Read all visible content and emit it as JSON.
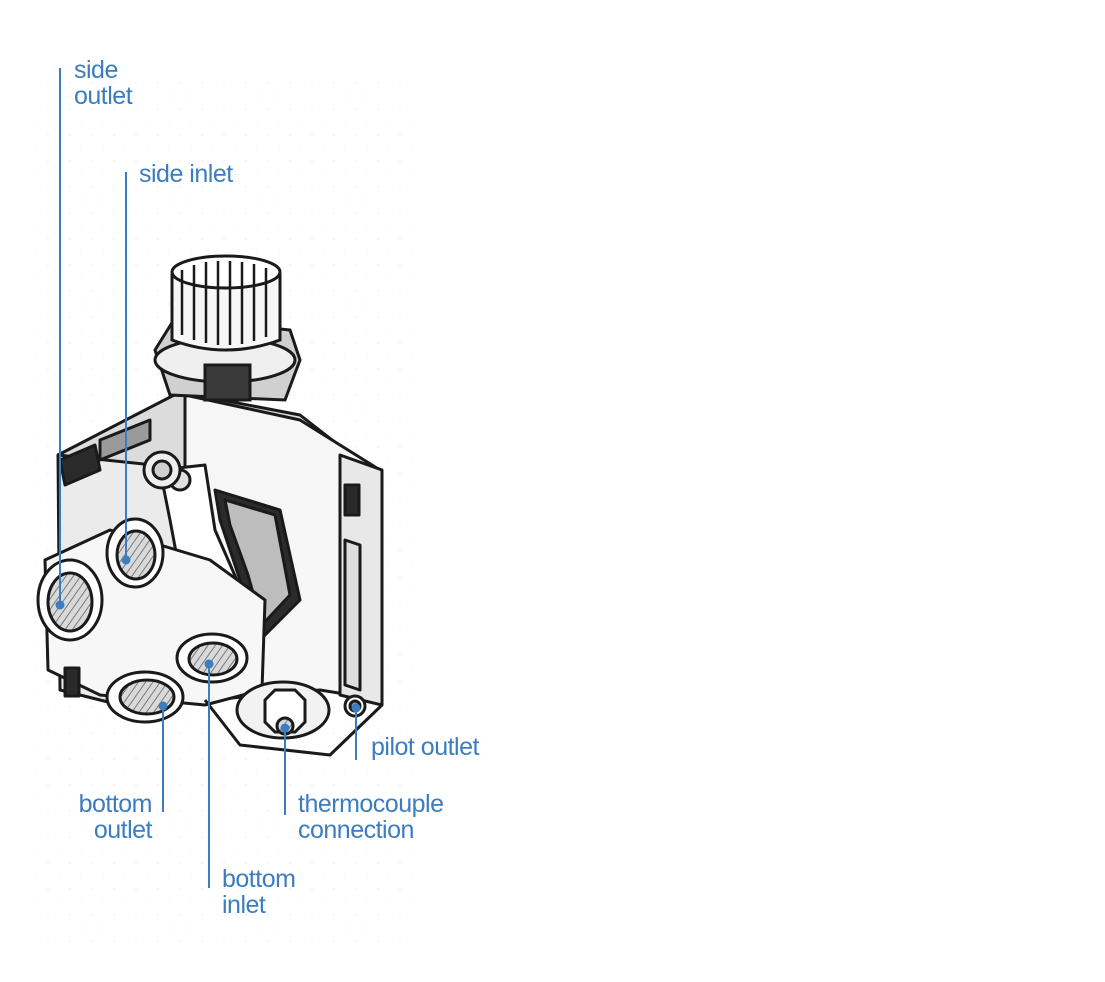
{
  "diagram": {
    "colors": {
      "label": "#3b7dbf",
      "ink": "#1a1a1a",
      "body_fill": "#f4f4f4",
      "shade": "#c9c9c9",
      "thread": "#8f8f8f"
    },
    "labels": {
      "side_outlet": [
        "side",
        "outlet"
      ],
      "side_inlet": [
        "side inlet"
      ],
      "pilot_outlet": [
        "pilot outlet"
      ],
      "bottom_outlet": [
        "bottom",
        "outlet"
      ],
      "thermocouple": [
        "thermocouple",
        "connection"
      ],
      "bottom_inlet": [
        "bottom",
        "inlet"
      ]
    }
  }
}
